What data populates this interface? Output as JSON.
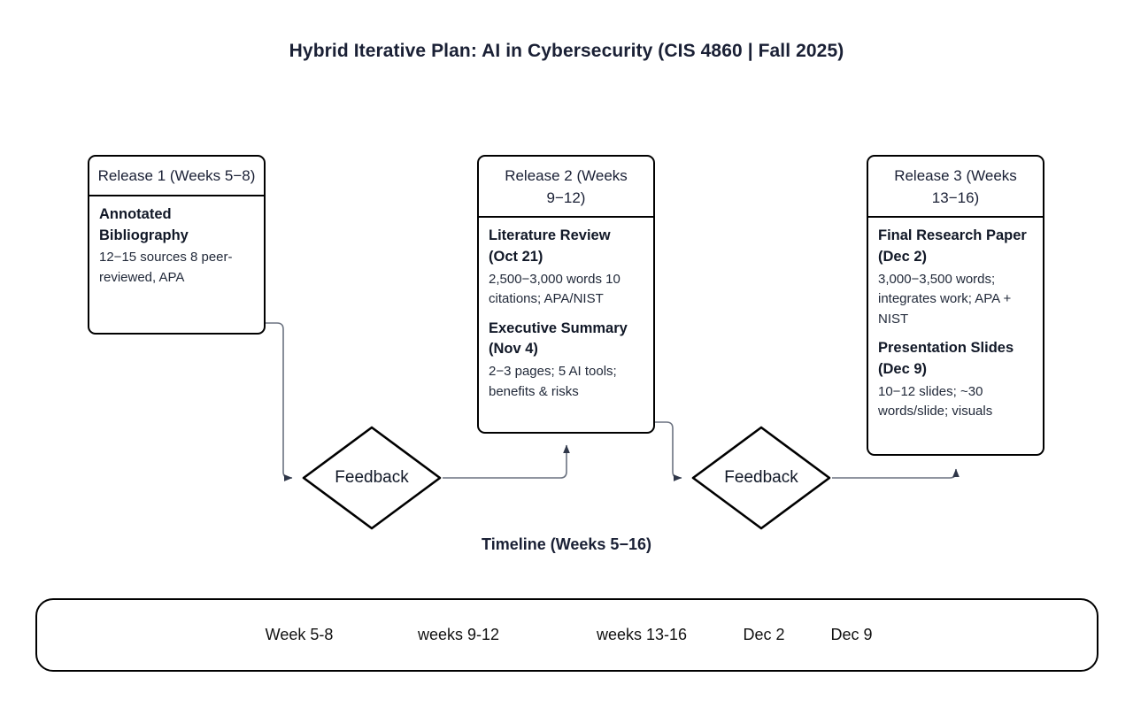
{
  "title": "Hybrid Iterative Plan: AI in Cybersecurity (CIS 4860 | Fall 2025)",
  "releases": [
    {
      "header": "Release 1 (Weeks 5−8)",
      "items": [
        {
          "title": "Annotated Bibliography",
          "desc": "12−15 sources 8 peer-reviewed, APA"
        }
      ]
    },
    {
      "header": "Release 2 (Weeks 9−12)",
      "items": [
        {
          "title": "Literature Review (Oct 21)",
          "desc": "2,500−3,000 words 10 citations; APA/NIST"
        },
        {
          "title": "Executive Summary (Nov 4)",
          "desc": "2−3 pages; 5 AI tools; benefits & risks"
        }
      ]
    },
    {
      "header": "Release 3 (Weeks 13−16)",
      "items": [
        {
          "title": "Final Research Paper (Dec 2)",
          "desc": "3,000−3,500 words; integrates work; APA + NIST"
        },
        {
          "title": "Presentation Slides (Dec 9)",
          "desc": "10−12 slides; ~30 words/slide; visuals"
        }
      ]
    }
  ],
  "feedback_nodes": [
    {
      "label": "Feedback"
    },
    {
      "label": "Feedback"
    }
  ],
  "timeline": {
    "title": "Timeline (Weeks 5−16)",
    "ticks": [
      {
        "label": "Week 5-8"
      },
      {
        "label": "weeks 9-12"
      },
      {
        "label": "weeks 13-16"
      },
      {
        "label": "Dec 2"
      },
      {
        "label": "Dec 9"
      }
    ]
  },
  "colors": {
    "stroke": "#000000",
    "title_text": "#1a2035",
    "body_text": "#222a3a",
    "connector": "#6b7280",
    "arrowhead": "#2f3749",
    "background": "#ffffff"
  }
}
